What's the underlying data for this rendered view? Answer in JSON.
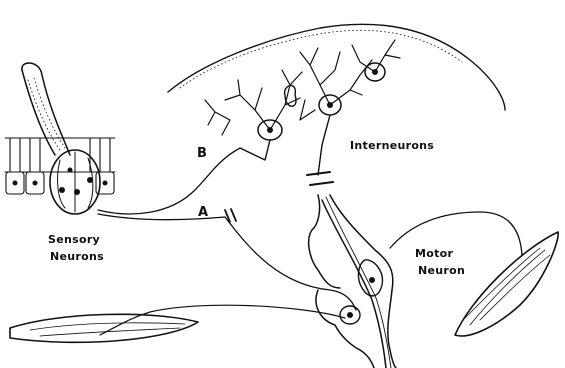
{
  "labels": {
    "b": "B",
    "a": "A",
    "interneurons": "Interneurons",
    "sensory_line1": "Sensory",
    "sensory_line2": "Neurons",
    "motor_line1": "Motor",
    "motor_line2": "Neuron"
  },
  "colors": {
    "ink": "#111111",
    "background": "#ffffff"
  }
}
